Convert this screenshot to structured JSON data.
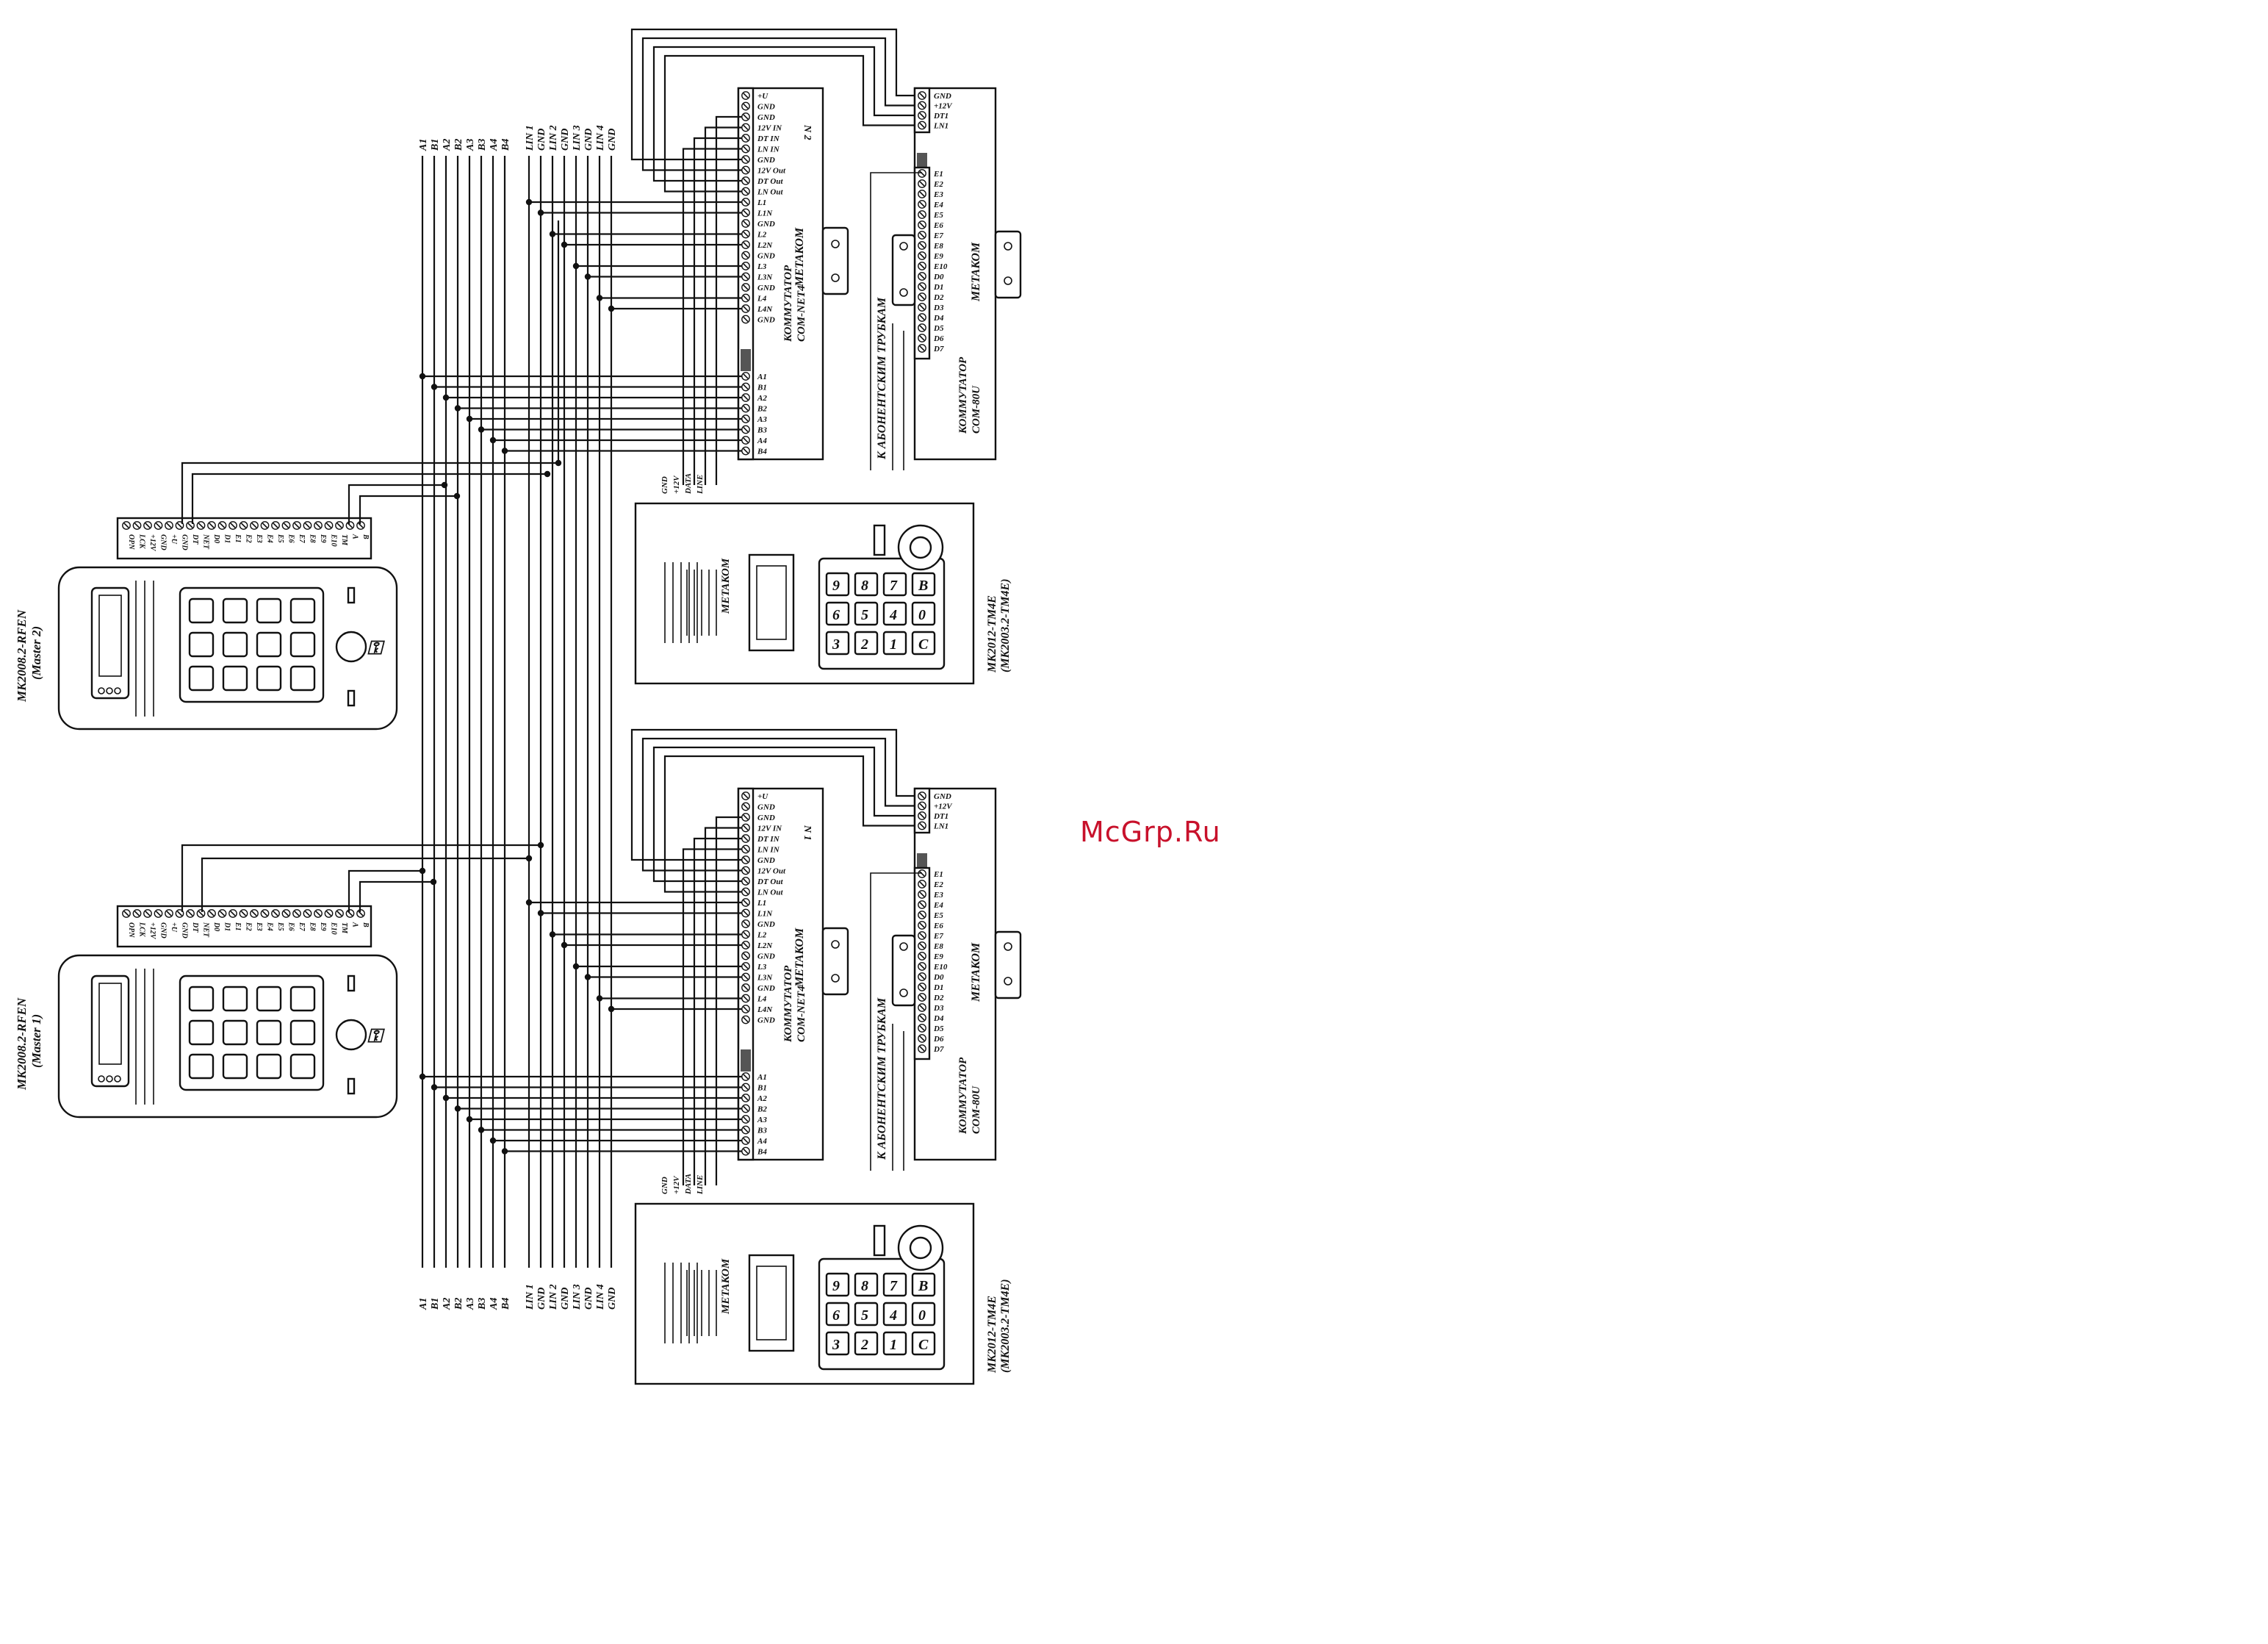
{
  "watermark": "McGrp.Ru",
  "bus_labels": {
    "ab": [
      "A1",
      "B1",
      "A2",
      "B2",
      "A3",
      "B3",
      "A4",
      "B4"
    ],
    "lin": [
      "LIN 1",
      "GND",
      "LIN 2",
      "GND",
      "LIN 3",
      "GND",
      "LIN 4",
      "GND"
    ]
  },
  "masters": [
    {
      "model": "MK2008.2-RFEN",
      "role": "(Master 2)"
    },
    {
      "model": "MK2008.2-RFEN",
      "role": "(Master 1)"
    }
  ],
  "master_terminals": [
    "OPN",
    "LCK",
    "+12V",
    "GND",
    "+U",
    "GND",
    "DT",
    "NET",
    "D0",
    "D1",
    "E1",
    "E2",
    "E3",
    "E4",
    "E5",
    "E6",
    "E7",
    "E8",
    "E9",
    "E10",
    "TM",
    "A",
    "B"
  ],
  "switches": [
    {
      "number": "N 2",
      "title": "КОММУТАТОР",
      "model": "COM-NET4"
    },
    {
      "number": "N 1",
      "title": "КОММУТАТОР",
      "model": "COM-NET4"
    }
  ],
  "switch_terminals_top": [
    "+U",
    "GND",
    "GND",
    "12V IN",
    "DT IN",
    "LN IN",
    "GND",
    "12V Out",
    "DT Out",
    "LN Out",
    "L1",
    "L1N",
    "GND",
    "L2",
    "L2N",
    "GND",
    "L3",
    "L3N",
    "GND",
    "L4",
    "L4N",
    "GND"
  ],
  "switch_terminals_bottom": [
    "A1",
    "B1",
    "A2",
    "B2",
    "A3",
    "B3",
    "A4",
    "B4"
  ],
  "com80": {
    "title": "КОММУТАТОР",
    "model": "COM-80U"
  },
  "com80_terminals_top": [
    "GND",
    "+12V",
    "DT1",
    "LN1"
  ],
  "com80_terminals_e": [
    "E1",
    "E2",
    "E3",
    "E4",
    "E5",
    "E6",
    "E7",
    "E8",
    "E9",
    "E10",
    "D0",
    "D1",
    "D2",
    "D3",
    "D4",
    "D5",
    "D6",
    "D7"
  ],
  "subscriber_label": "К АБОНЕНТСКИМ ТРУБКАМ",
  "brand": "МЕТАКОМ",
  "panels": [
    {
      "model": "MK2012-TM4E",
      "alt": "(MK2003.2-TM4E)"
    },
    {
      "model": "MK2012-TM4E",
      "alt": "(MK2003.2-TM4E)"
    }
  ],
  "panel_terminals": [
    "GND",
    "+12V",
    "DATA",
    "LINE"
  ],
  "keypad": [
    "3",
    "6",
    "9",
    "2",
    "5",
    "8",
    "1",
    "4",
    "7",
    "C",
    "0",
    "B"
  ]
}
